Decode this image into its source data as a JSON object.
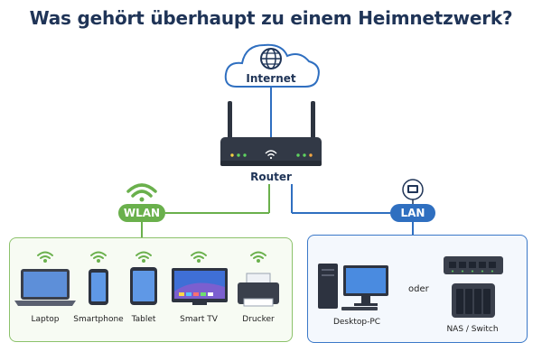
{
  "title": "Was gehört überhaupt zu einem Heimnetzwerk?",
  "internet": {
    "label": "Internet"
  },
  "router": {
    "label": "Router"
  },
  "wlan": {
    "label": "WLAN",
    "color": "#6ab04c",
    "devices": [
      {
        "label": "Laptop",
        "icon": "laptop-icon"
      },
      {
        "label": "Smartphone",
        "icon": "smartphone-icon"
      },
      {
        "label": "Tablet",
        "icon": "tablet-icon"
      },
      {
        "label": "Smart TV",
        "icon": "smart-tv-icon"
      },
      {
        "label": "Drucker",
        "icon": "printer-icon"
      }
    ]
  },
  "lan": {
    "label": "LAN",
    "color": "#2f6fc0",
    "desktop_label": "Desktop-PC",
    "oder": "oder",
    "nas_label": "NAS / Switch"
  },
  "colors": {
    "line_dark": "#1f3457",
    "wifi_green": "#6ab04c",
    "lan_blue": "#2f6fc0"
  }
}
